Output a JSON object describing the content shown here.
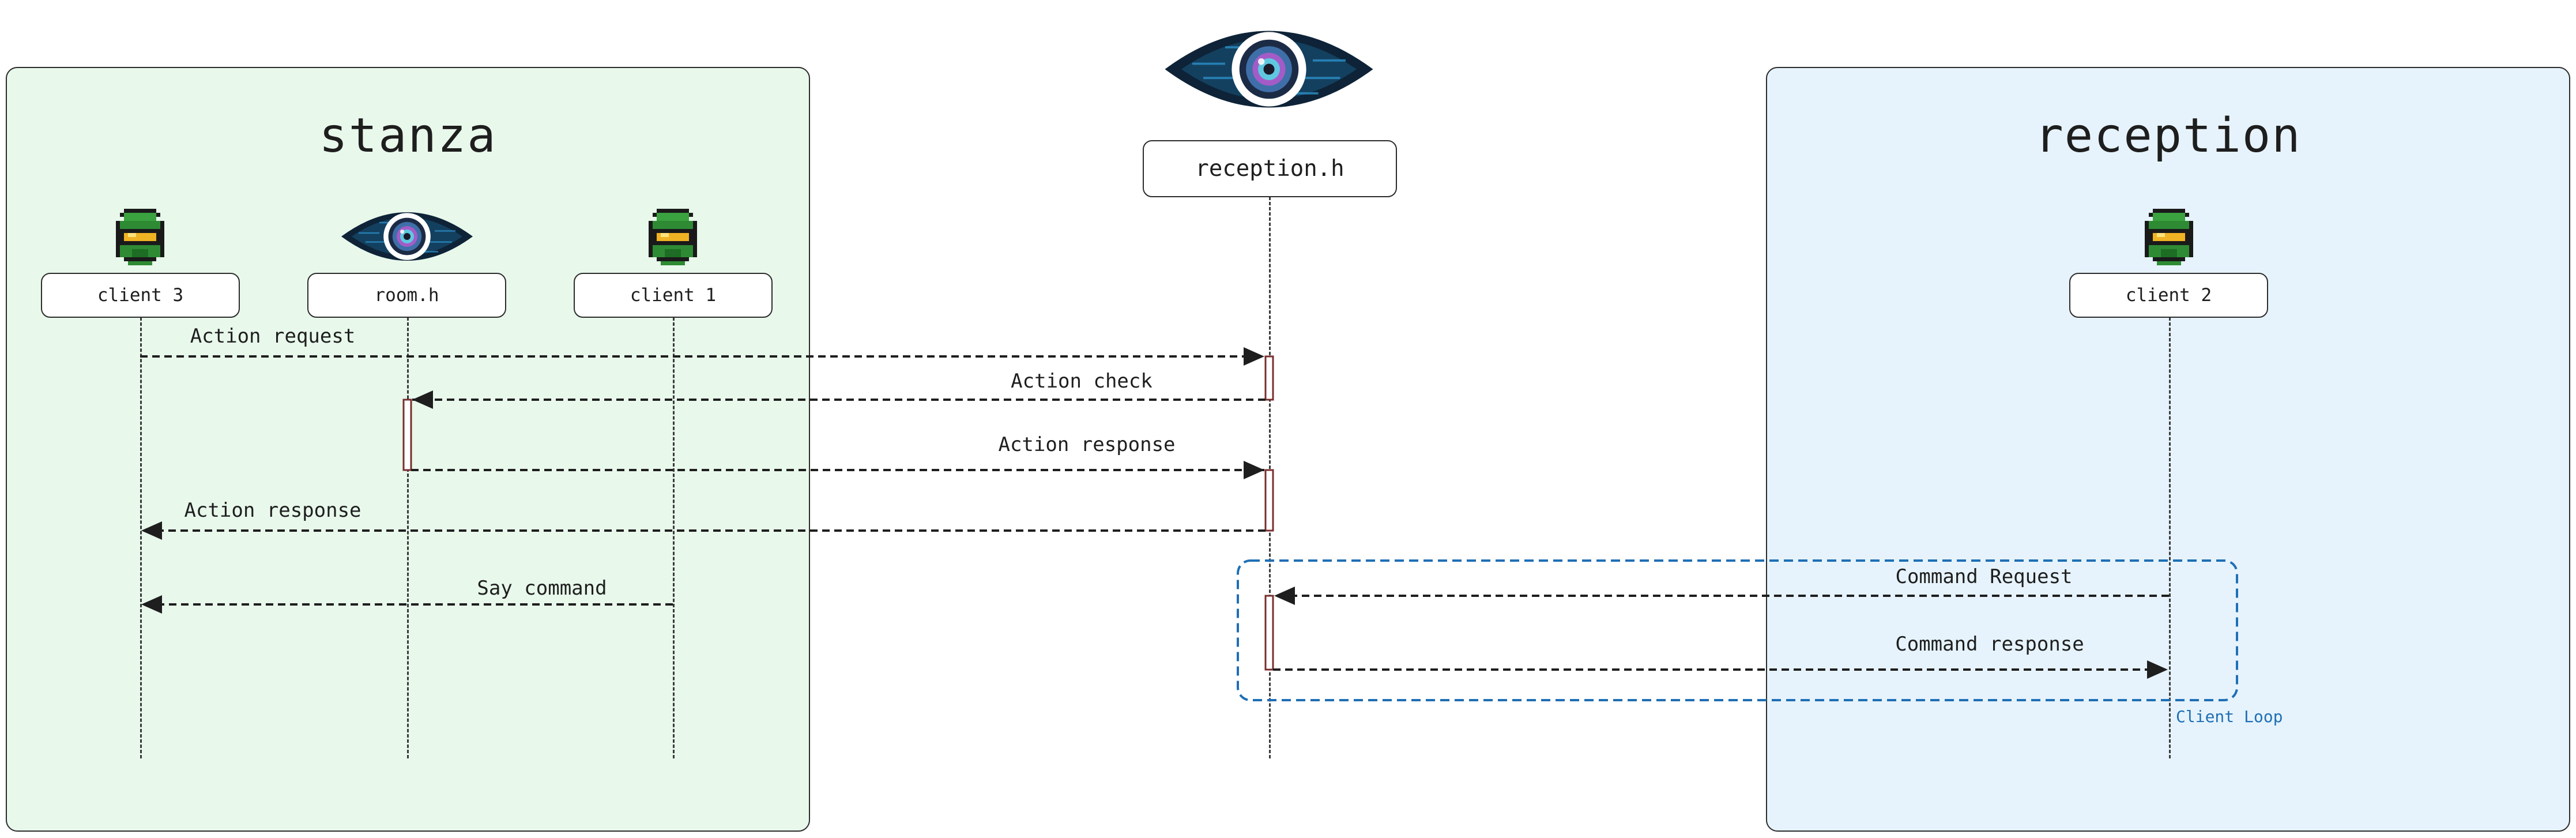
{
  "groups": {
    "stanza": {
      "title": "stanza",
      "fill": "#e8f8eb"
    },
    "reception": {
      "title": "reception",
      "fill": "#e6f3fc"
    }
  },
  "participants": {
    "client3": {
      "label": "client 3",
      "icon": "soldier-helmet-icon"
    },
    "room": {
      "label": "room.h",
      "icon": "tech-eye-icon"
    },
    "client1": {
      "label": "client 1",
      "icon": "soldier-helmet-icon"
    },
    "reception_h": {
      "label": "reception.h",
      "icon": "tech-eye-icon"
    },
    "client2": {
      "label": "client 2",
      "icon": "soldier-helmet-icon"
    }
  },
  "messages": [
    {
      "label": "Action request",
      "from": "client 3",
      "to": "reception.h"
    },
    {
      "label": "Action check",
      "from": "reception.h",
      "to": "room.h"
    },
    {
      "label": "Action response",
      "from": "room.h",
      "to": "reception.h"
    },
    {
      "label": "Action response",
      "from": "reception.h",
      "to": "client 3"
    },
    {
      "label": "Say command",
      "from": "client 1",
      "to": "client 3"
    },
    {
      "label": "Command Request",
      "from": "client 2",
      "to": "reception.h"
    },
    {
      "label": "Command response",
      "from": "reception.h",
      "to": "client 2"
    }
  ],
  "loop": {
    "label": "Client Loop",
    "color": "#1f6fb5"
  },
  "colors": {
    "line": "#2c2c2c",
    "activation": "#7a2e2e"
  }
}
